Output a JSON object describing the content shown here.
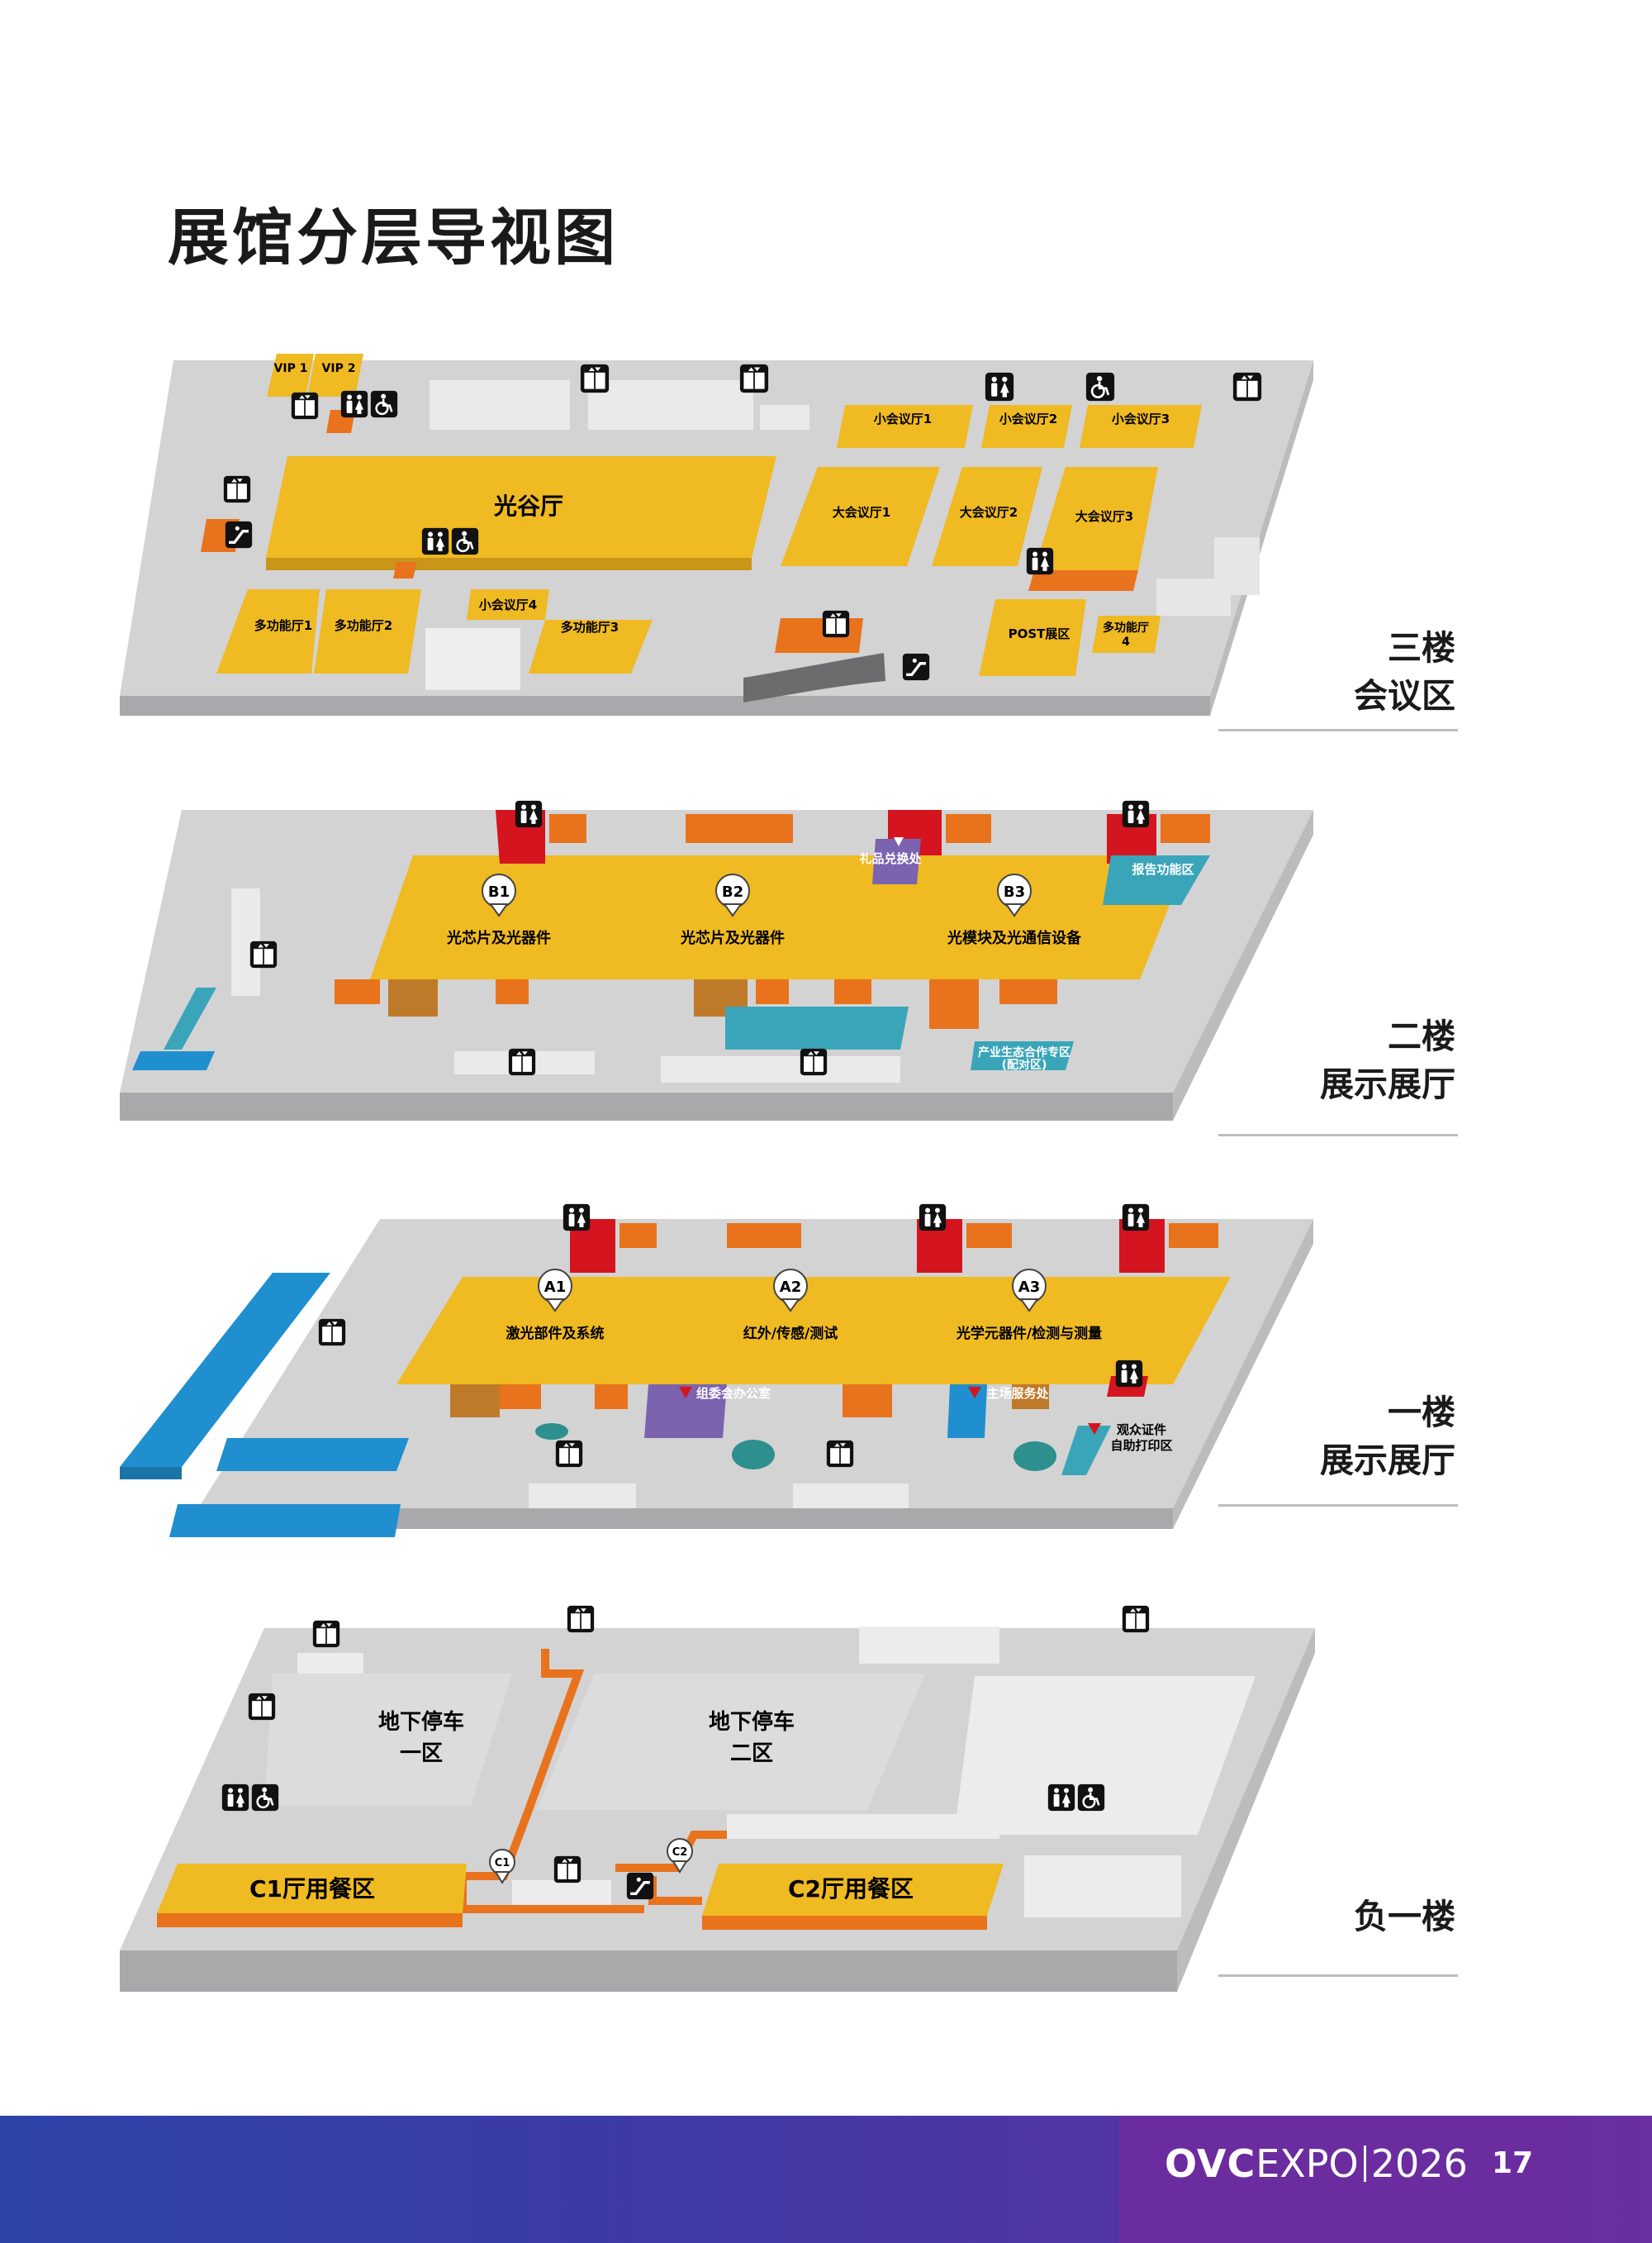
{
  "title": "展馆分层导视图",
  "floors": {
    "f3": {
      "name_line1": "三楼",
      "name_line2": "会议区",
      "rooms": {
        "vip1": "VIP 1",
        "vip2": "VIP 2",
        "guanggu": "光谷厅",
        "small1": "小会议厅1",
        "small2": "小会议厅2",
        "small3": "小会议厅3",
        "big1": "大会议厅1",
        "big2": "大会议厅2",
        "big3": "大会议厅3",
        "small4": "小会议厅4",
        "multi1": "多功能厅1",
        "multi2": "多功能厅2",
        "multi3": "多功能厅3",
        "post": "POST展区",
        "multi4_a": "多功能厅",
        "multi4_b": "4"
      }
    },
    "f2": {
      "name_line1": "二楼",
      "name_line2": "展示展厅",
      "gift": "礼品兑换处",
      "report": "报告功能区",
      "ecosystem_a": "产业生态合作专区",
      "ecosystem_b": "(配对区)",
      "halls": [
        {
          "code": "B1",
          "label": "光芯片及光器件"
        },
        {
          "code": "B2",
          "label": "光芯片及光器件"
        },
        {
          "code": "B3",
          "label": "光模块及光通信设备"
        }
      ]
    },
    "f1": {
      "name_line1": "一楼",
      "name_line2": "展示展厅",
      "office": "组委会办公室",
      "service": "主场服务处",
      "print_a": "观众证件",
      "print_b": "自助打印区",
      "halls": [
        {
          "code": "A1",
          "label": "激光部件及系统"
        },
        {
          "code": "A2",
          "label": "红外/传感/测试"
        },
        {
          "code": "A3",
          "label": "光学元器件/检测与测量"
        }
      ]
    },
    "b1": {
      "name": "负一楼",
      "parking1_a": "地下停车",
      "parking1_b": "一区",
      "parking2_a": "地下停车",
      "parking2_b": "二区",
      "dining1": "C1厅用餐区",
      "dining2": "C2厅用餐区",
      "pin_c1": "C1",
      "pin_c2": "C2"
    }
  },
  "footer": {
    "brand_bold": "OVC",
    "brand_rest": "EXPO",
    "year": "2026",
    "page": "17"
  },
  "icons": [
    "elevator-icon",
    "restroom-icon",
    "accessible-icon",
    "escalator-icon",
    "location-pin-icon",
    "triangle-marker-icon"
  ],
  "colors": {
    "hall_yellow": "#efba22",
    "orange": "#e8731c",
    "red": "#d4141e",
    "teal": "#3aa5b9",
    "blue": "#1f8fcf",
    "purple": "#7b63b0",
    "floor_grey": "#cfcfd0",
    "footer_blue": "#2d43a8",
    "footer_purple": "#6b2c9f"
  }
}
